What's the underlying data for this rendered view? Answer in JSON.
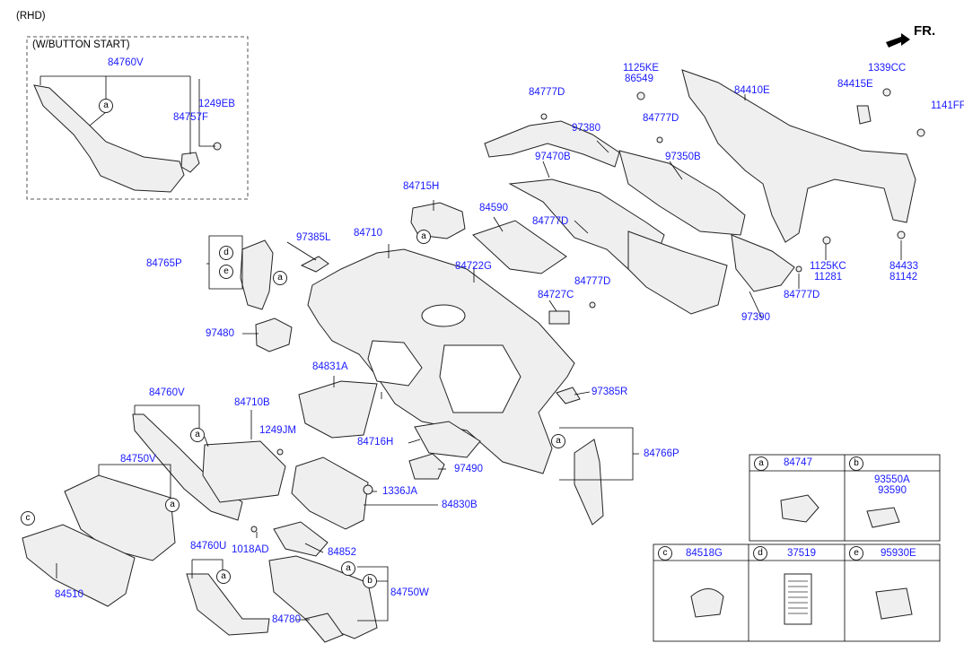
{
  "header": {
    "variant": "(RHD)",
    "direction": "FR."
  },
  "inset_box": {
    "title": "(W/BUTTON START)"
  },
  "part_labels": [
    "84760V",
    "1249EB",
    "84757F",
    "1125KE",
    "86549",
    "84777D",
    "84410E",
    "84415E",
    "1339CC",
    "1141FF",
    "97380",
    "84777D",
    "97470B",
    "97350B",
    "84715H",
    "84590",
    "84777D",
    "97385L",
    "84710",
    "84722G",
    "84765P",
    "1125KC",
    "11281",
    "84433",
    "81142",
    "84777D",
    "84727C",
    "84777D",
    "97390",
    "97480",
    "84831A",
    "84760V",
    "84710B",
    "1249JM",
    "84750V",
    "84716H",
    "97490",
    "97385R",
    "84766P",
    "1336JA",
    "84830B",
    "84510",
    "84760U",
    "1018AD",
    "84852",
    "84750W",
    "84780"
  ],
  "callout_letters": [
    "a",
    "d",
    "e",
    "a",
    "a",
    "a",
    "a",
    "c",
    "a",
    "a",
    "b",
    "a"
  ],
  "legend": {
    "cells": [
      {
        "letter": "a",
        "part": "84747",
        "part2": ""
      },
      {
        "letter": "b",
        "part": "93550A",
        "part2": "93590"
      },
      {
        "letter": "c",
        "part": "84518G",
        "part2": ""
      },
      {
        "letter": "d",
        "part": "37519",
        "part2": ""
      },
      {
        "letter": "e",
        "part": "95930E",
        "part2": ""
      }
    ]
  },
  "colors": {
    "label": "#1a1aff",
    "line": "#000000",
    "part_fill": "#eeeeee",
    "part_stroke": "#222222"
  }
}
